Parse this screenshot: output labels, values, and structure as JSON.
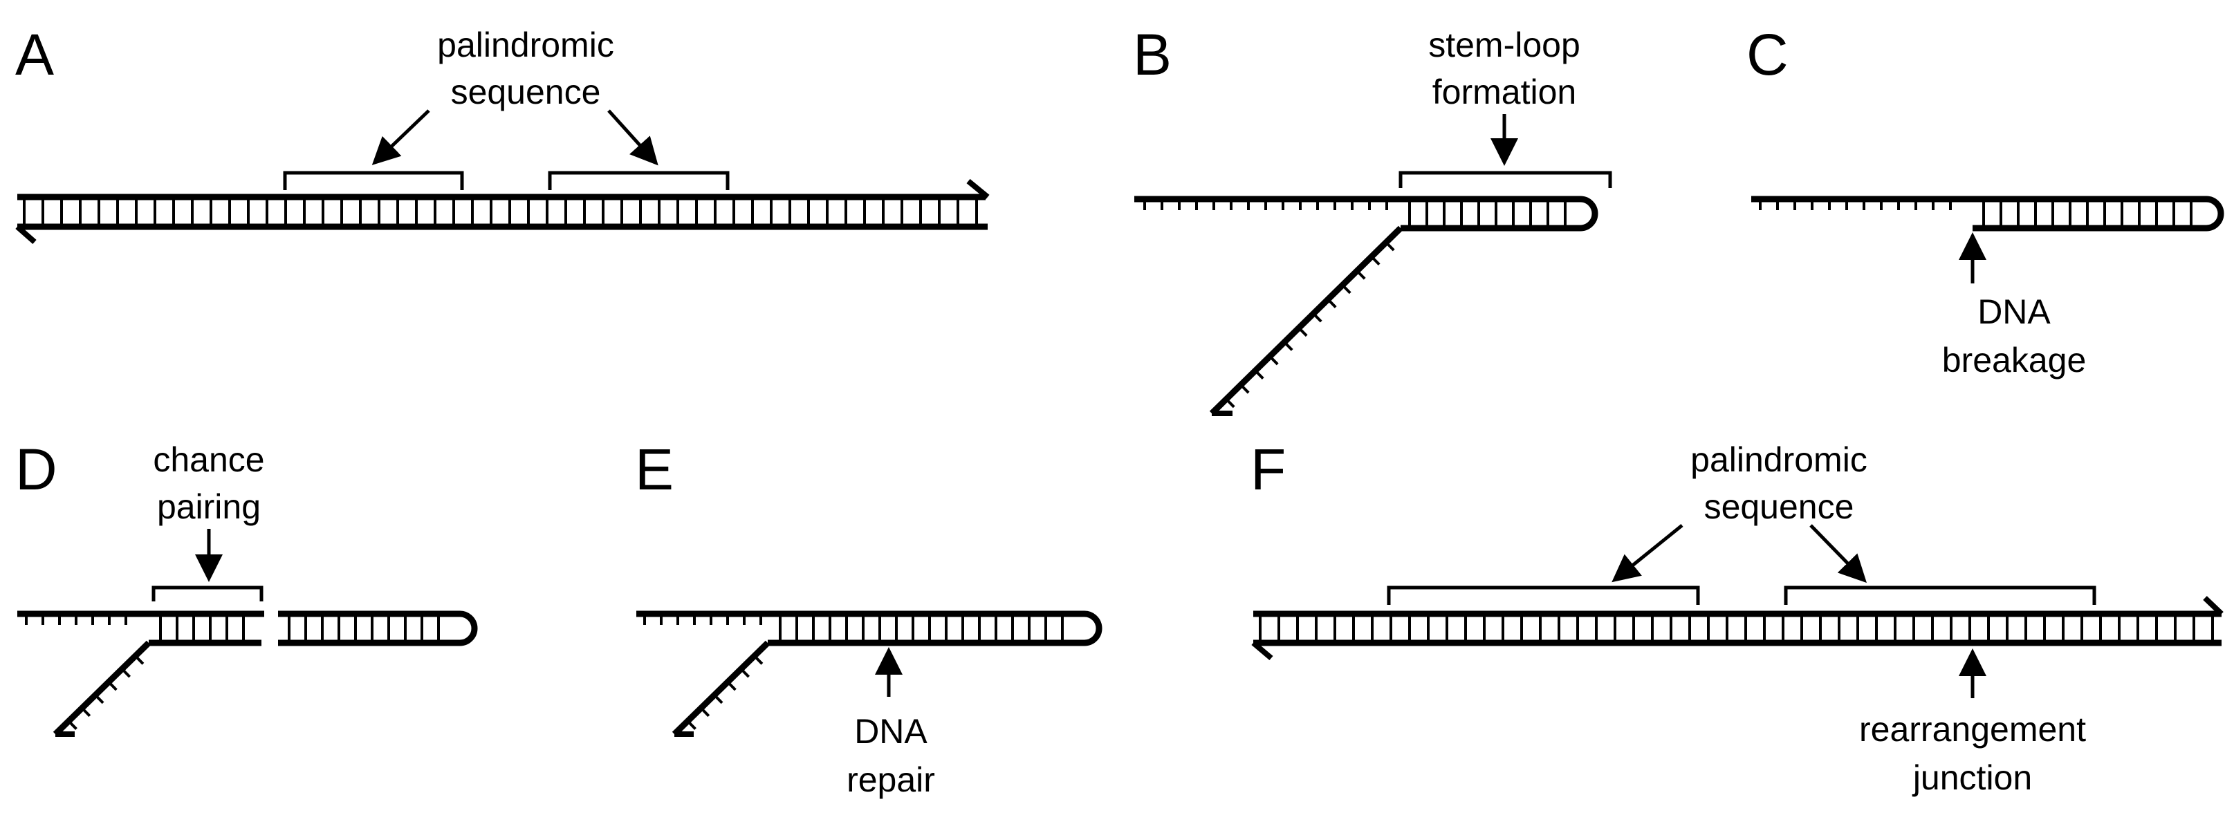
{
  "panels": {
    "a": {
      "label": "A",
      "note_line1": "palindromic",
      "note_line2": "sequence"
    },
    "b": {
      "label": "B",
      "note_line1": "stem-loop",
      "note_line2": "formation"
    },
    "c": {
      "label": "C",
      "note_line1": "DNA",
      "note_line2": "breakage"
    },
    "d": {
      "label": "D",
      "note_line1": "chance",
      "note_line2": "pairing"
    },
    "e": {
      "label": "E",
      "note_line1": "DNA",
      "note_line2": "repair"
    },
    "f": {
      "label": "F",
      "note_line1": "palindromic",
      "note_line2": "sequence",
      "note2_line1": "rearrangement",
      "note2_line2": "junction"
    }
  },
  "colors": {
    "ink": "#000000",
    "background": "#ffffff"
  }
}
